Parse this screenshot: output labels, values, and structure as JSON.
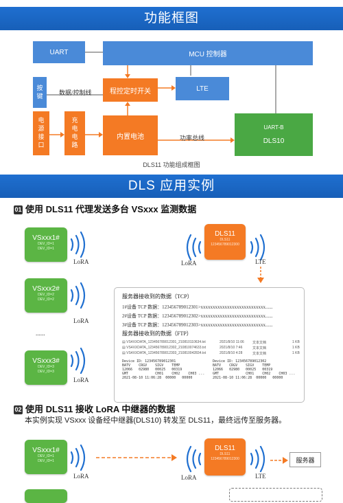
{
  "banner1": {
    "title": "功能框图"
  },
  "blocks": {
    "uart": "UART",
    "mcu": "MCU 控制器",
    "button": "按键",
    "data_ctrl_line": "数据/控制线",
    "prog_switch": "程控定时开关",
    "lte": "LTE",
    "power_iface": "电源接口",
    "charge_circuit": "充电电路",
    "battery": "内置电池",
    "power_bus": "功率总线",
    "uart_b": "UART-B",
    "dls10": "DLS10",
    "caption": "DLS11 功能组成框图"
  },
  "banner2": {
    "title": "DLS 应用实例"
  },
  "section1": {
    "number": "01",
    "title": "使用 DLS11 代理发送多台 VSxxx 监测数据",
    "devices": [
      {
        "name": "VSxxx1#",
        "sub1": "DEV_ID=1",
        "sub2": "DEV_ID=1"
      },
      {
        "name": "VSxxx2#",
        "sub1": "DEV_ID=2",
        "sub2": "DEV_ID=2"
      },
      {
        "name": "VSxxx3#",
        "sub1": "DEV_ID=3",
        "sub2": "DEV_ID=3"
      }
    ],
    "ellipsis": "......",
    "lora": "LoRA",
    "lte": "LTE",
    "dls11": {
      "name": "DLS11",
      "sub1": "DLS11",
      "sub2": "123456789012300"
    },
    "server": {
      "tcp_title": "服务器接收到的数据（TCP）",
      "tcp_lines": [
        "1#设备 TCP 数据：123456789012301>xxxxxxxxxxxxxxxxxxxxxxxxxxx......",
        "2#设备 TCP 数据：123456789012302>xxxxxxxxxxxxxxxxxxxxxxxxxxx......",
        "3#设备 TCP 数据：123456789012303>xxxxxxxxxxxxxxxxxxxxxxxxxxx......"
      ],
      "ftp_title": "服务器接收到的数据（FTP）",
      "files": [
        {
          "name": "VS4XXDATA_123456789012301_210810110634.txt",
          "date": "2021/8/10 11:06",
          "type": "文本文档",
          "size": "1 KB"
        },
        {
          "name": "VS4XXDATA_123456789012302_210810074633.txt",
          "date": "2021/8/10 7:46",
          "type": "文本文档",
          "size": "1 KB"
        },
        {
          "name": "VS4XXDATA_123456789012303_210810042834.txt",
          "date": "2021/8/10 4:28",
          "type": "文本文档",
          "size": "1 KB"
        }
      ],
      "record_left": "Device ID: 123456789012301\nBATV    CRGV    SIGV    TEMP\n12066   02980   00025   00319\nGMT             CH01    CH02    CH03 ...\n2021-08-10 11:06:28  00000   00000",
      "record_right": "Device ID: 123456789012302\nBATV    CRGV    SIGV    TEMP\n12066   02980   00025   00319\nGMT             CH01    CH02    CH03 ...\n2021-08-10 11:06:28  00000   00000"
    }
  },
  "section2": {
    "number": "02",
    "title": "使用 DLS11 接收 LoRA 中继器的数据",
    "desc": "本实例实现 VSxxx 设备经中继器(DLS10) 转发至 DLS11，最终远传至服务器。",
    "device": {
      "name": "VSxxx1#",
      "sub1": "DEV_ID=1",
      "sub2": "DEV_ID=1"
    },
    "lora1": "LoRA",
    "lora2": "LoRA",
    "lte": "LTE",
    "dls11": {
      "name": "DLS11",
      "sub1": "DLS11",
      "sub2": "123456789012300"
    },
    "server": "服务器"
  }
}
